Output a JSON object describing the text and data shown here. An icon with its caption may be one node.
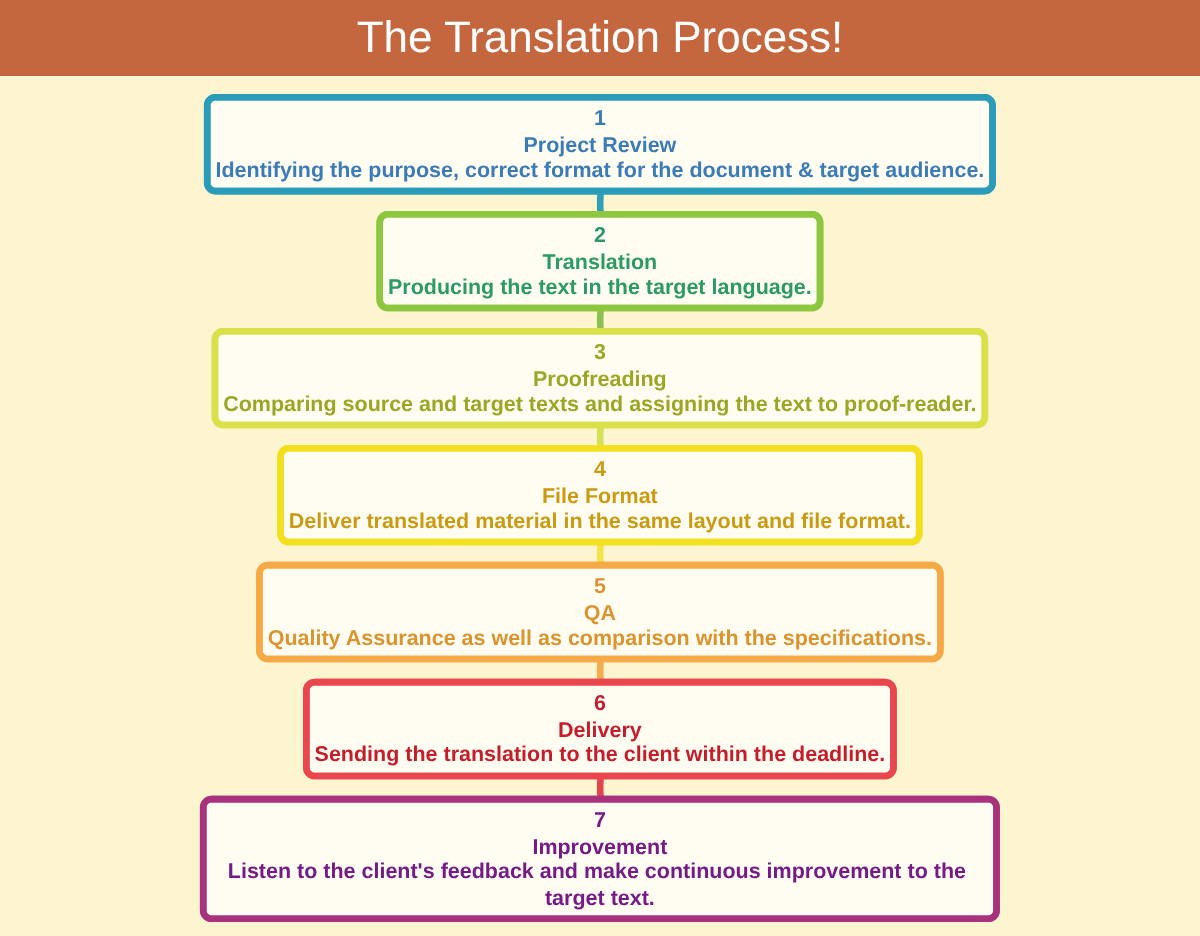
{
  "diagram": {
    "title": "The Translation Process!",
    "nodes": [
      {
        "text": [
          "1",
          "Project Review",
          "Identifying the purpose, correct format for the document & target audience."
        ]
      },
      {
        "text": [
          "2",
          "Translation",
          "Producing the text in the target language."
        ]
      },
      {
        "text": [
          "3",
          "Proofreading",
          "Comparing source and target texts and assigning the text to proof-reader."
        ]
      },
      {
        "text": [
          "4",
          "File Format",
          "Deliver translated material in the same layout and file format."
        ]
      },
      {
        "text": [
          "5",
          "QA",
          "Quality Assurance as well as comparison with the specifications."
        ]
      },
      {
        "text": [
          "6",
          "Delivery",
          "Sending the translation to the client within the deadline."
        ]
      },
      {
        "text": [
          "7",
          "Improvement",
          "Listen to the client's feedback and make continuous improvement to the target text."
        ]
      }
    ],
    "edges": [
      {
        "from": 0,
        "to": 1,
        "arrow": "none",
        "color": "#2f9fb8"
      },
      {
        "from": 1,
        "to": 2,
        "arrow": "none",
        "color": "#8cc152"
      },
      {
        "from": 2,
        "to": 3,
        "arrow": "none",
        "color": "#d6e05a"
      },
      {
        "from": 3,
        "to": 4,
        "arrow": "none",
        "color": "#f2e34a"
      },
      {
        "from": 4,
        "to": 5,
        "arrow": "none",
        "color": "#f4ad4e"
      },
      {
        "from": 5,
        "to": 6,
        "arrow": "none",
        "color": "#e2454c"
      }
    ]
  }
}
